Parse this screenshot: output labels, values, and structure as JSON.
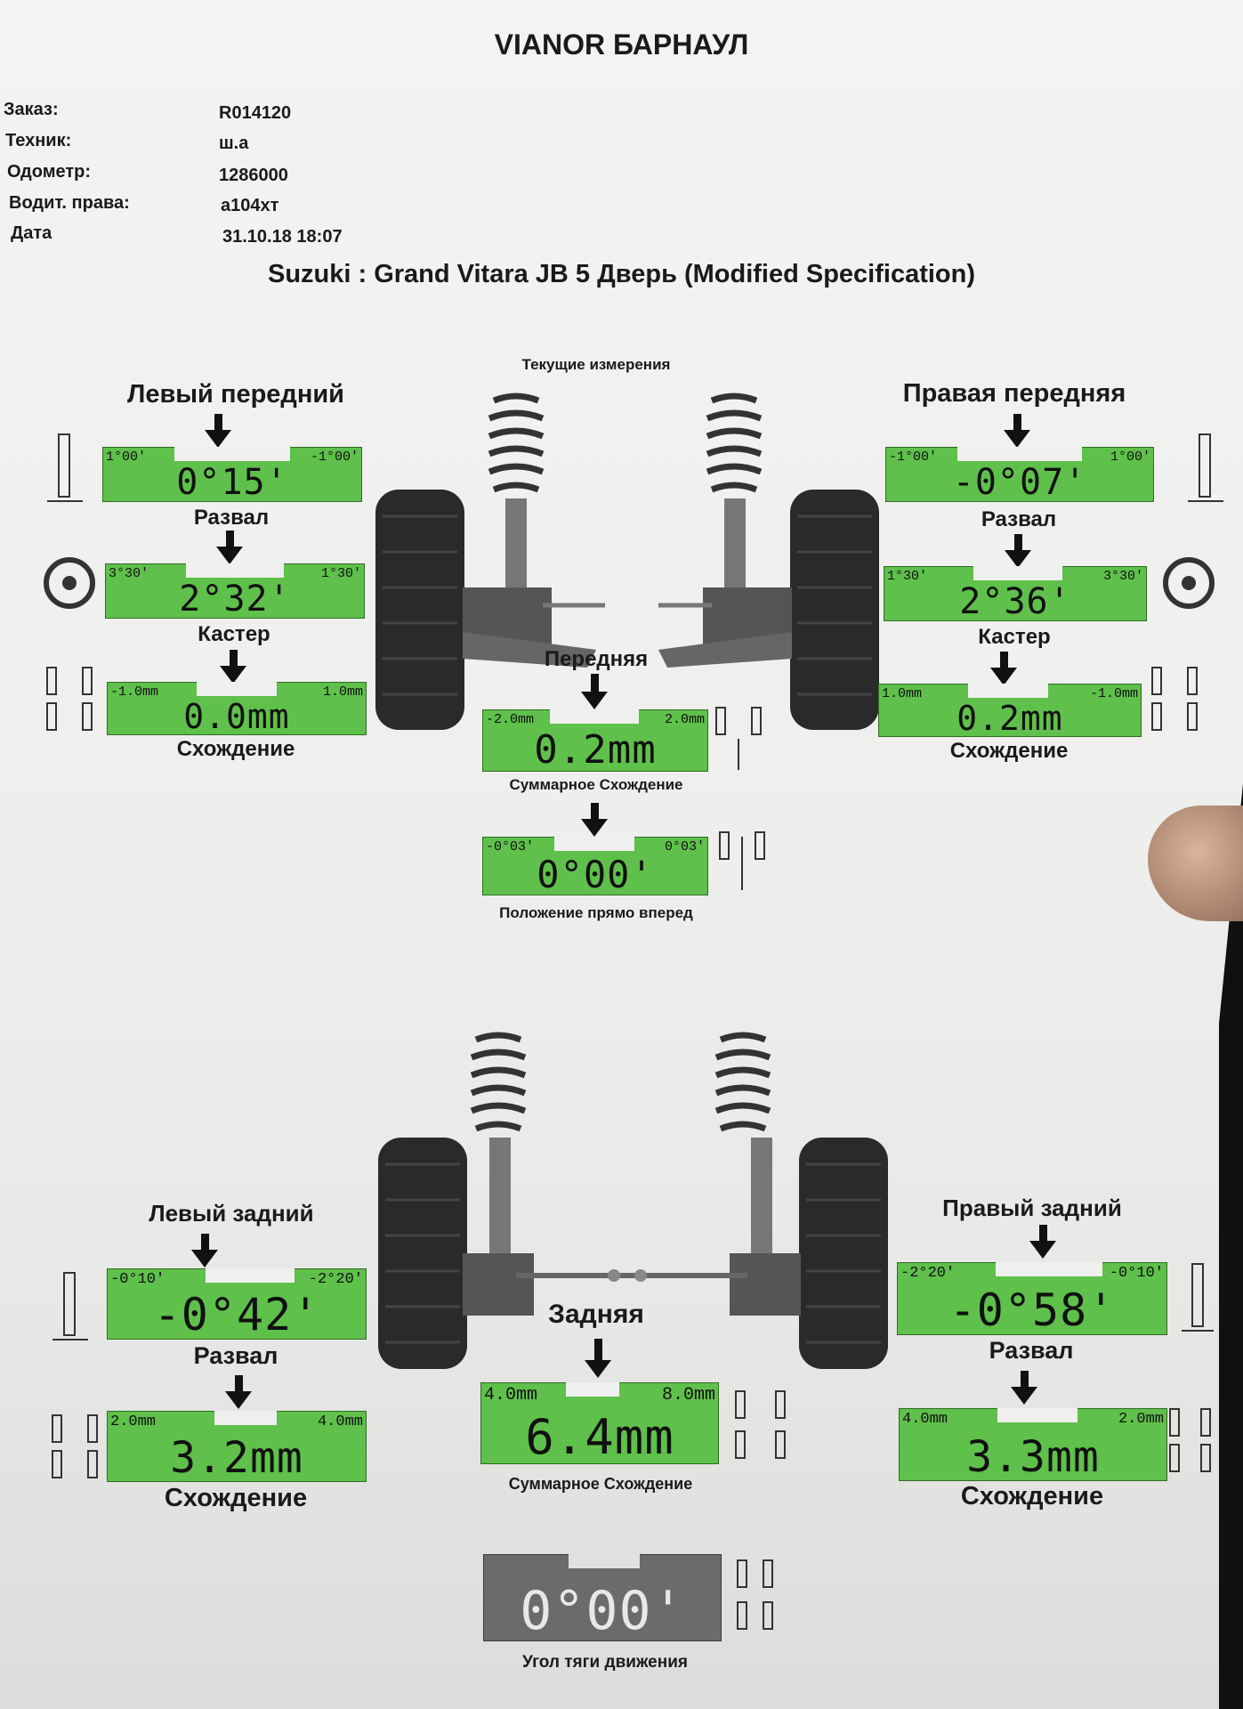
{
  "header": {
    "title": "VIANOR БАРНАУЛ"
  },
  "info": [
    {
      "label": "Заказ:",
      "value": "R014120"
    },
    {
      "label": "Техник:",
      "value": "ш.а"
    },
    {
      "label": "Одометр:",
      "value": "1286000"
    },
    {
      "label": "Водит. права:",
      "value": "а104хт"
    },
    {
      "label": "Дата",
      "value": "31.10.18 18:07"
    }
  ],
  "vehicle": "Suzuki : Grand Vitara JB 5 Дверь (Modified Specification)",
  "front": {
    "subtitle": "Текущие измерения",
    "left_title": "Левый передний",
    "right_title": "Правая передняя",
    "center_title": "Передняя",
    "left": {
      "camber": {
        "min": "1°00'",
        "max": "-1°00'",
        "value": "0°15'",
        "label": "Развал"
      },
      "caster": {
        "min": "3°30'",
        "max": "1°30'",
        "value": "2°32'",
        "label": "Кастер"
      },
      "toe": {
        "min": "-1.0mm",
        "max": "1.0mm",
        "value": "0.0mm",
        "label": "Схождение"
      }
    },
    "right": {
      "camber": {
        "min": "-1°00'",
        "max": "1°00'",
        "value": "-0°07'",
        "label": "Развал"
      },
      "caster": {
        "min": "1°30'",
        "max": "3°30'",
        "value": "2°36'",
        "label": "Кастер"
      },
      "toe": {
        "min": "1.0mm",
        "max": "-1.0mm",
        "value": "0.2mm",
        "label": "Схождение"
      }
    },
    "total_toe": {
      "min": "-2.0mm",
      "max": "2.0mm",
      "value": "0.2mm",
      "label": "Суммарное Схождение"
    },
    "straight": {
      "min": "-0°03'",
      "max": "0°03'",
      "value": "0°00'",
      "label": "Положение прямо вперед"
    }
  },
  "rear": {
    "left_title": "Левый задний",
    "right_title": "Правый задний",
    "center_title": "Задняя",
    "left": {
      "camber": {
        "min": "-0°10'",
        "max": "-2°20'",
        "value": "-0°42'",
        "label": "Развал"
      },
      "toe": {
        "min": "2.0mm",
        "max": "4.0mm",
        "value": "3.2mm",
        "label": "Схождение"
      }
    },
    "right": {
      "camber": {
        "min": "-2°20'",
        "max": "-0°10'",
        "value": "-0°58'",
        "label": "Развал"
      },
      "toe": {
        "min": "4.0mm",
        "max": "2.0mm",
        "value": "3.3mm",
        "label": "Схождение"
      }
    },
    "total_toe": {
      "min": "4.0mm",
      "max": "8.0mm",
      "value": "6.4mm",
      "label": "Суммарное Схождение"
    },
    "thrust": {
      "value": "0°00'",
      "label": "Угол тяги движения"
    }
  },
  "colors": {
    "in_range": "#5fc04b",
    "thrust_box": "#6b6b6b"
  }
}
